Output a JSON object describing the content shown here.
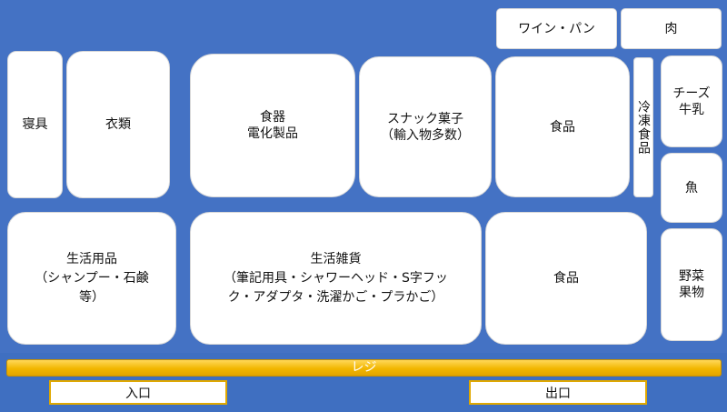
{
  "zones": {
    "wine_bread": "ワイン・パン",
    "meat": "肉",
    "bedding": "寝具",
    "clothing": "衣類",
    "tableware_appliances": "食器\n電化製品",
    "snacks": "スナック菓子\n（輸入物多数）",
    "food_upper": "食品",
    "frozen_food": "冷凍食品",
    "cheese_milk": "チーズ\n牛乳",
    "fish": "魚",
    "daily_goods": "生活用品\n（シャンプー・石鹸\n等）",
    "misc_goods": "生活雑貨\n（筆記用具・シャワーヘッド・S字フッ\nク・アダプタ・洗濯かご・プラかご）",
    "food_lower": "食品",
    "vegetables_fruit": "野菜\n果物"
  },
  "checkout": {
    "label": "レジ"
  },
  "doors": {
    "entrance": "入口",
    "exit": "出口"
  },
  "colors": {
    "floor": "#4472C4",
    "shelf": "#ffffff",
    "register": "#F2B600",
    "door_border": "#E0A800"
  }
}
